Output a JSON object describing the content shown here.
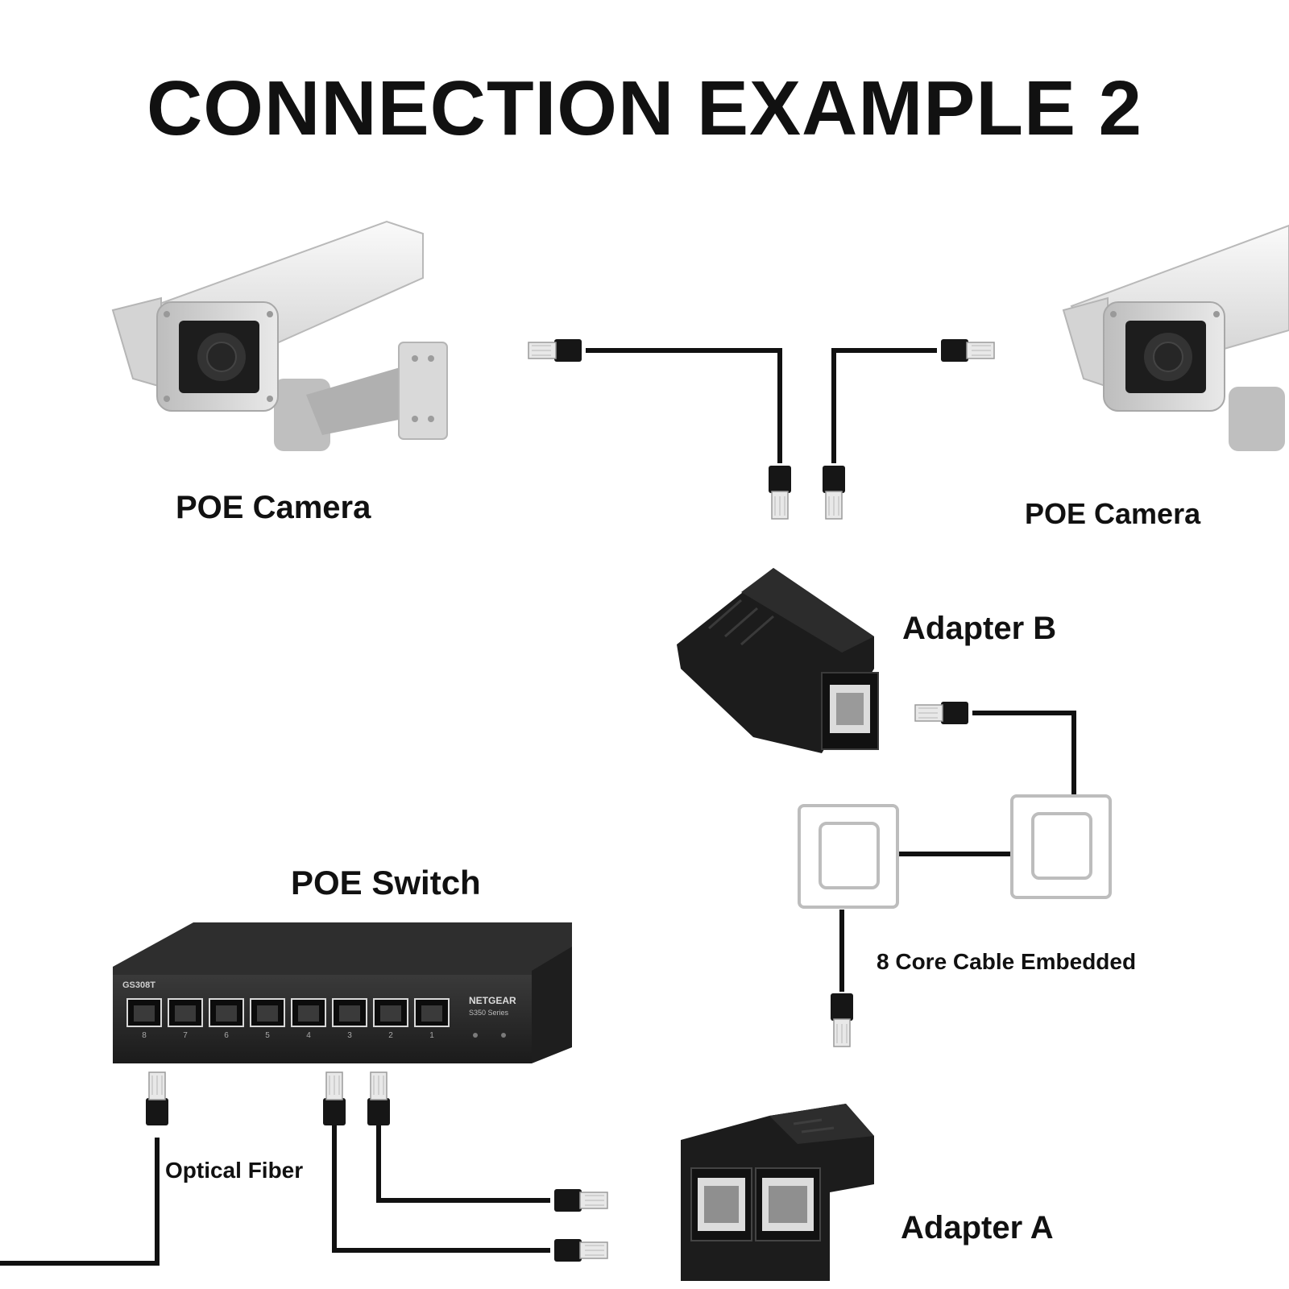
{
  "title": "CONNECTION EXAMPLE 2",
  "labels": {
    "camera_left": "POE Camera",
    "camera_right": "POE Camera",
    "adapter_b": "Adapter B",
    "adapter_a": "Adapter A",
    "poe_switch": "POE Switch",
    "cable": "8 Core Cable Embedded",
    "fiber": "Optical Fiber"
  },
  "switch_panel": {
    "model": "GS308T",
    "brand": "NETGEAR",
    "series": "S350 Series",
    "ports": [
      "8",
      "7",
      "6",
      "5",
      "4",
      "3",
      "2",
      "1"
    ]
  },
  "colors": {
    "cable": "#111111",
    "camera_body": "#e6e6e6",
    "adapter": "#1c1c1c",
    "connector_tip": "#dcdcdc"
  }
}
